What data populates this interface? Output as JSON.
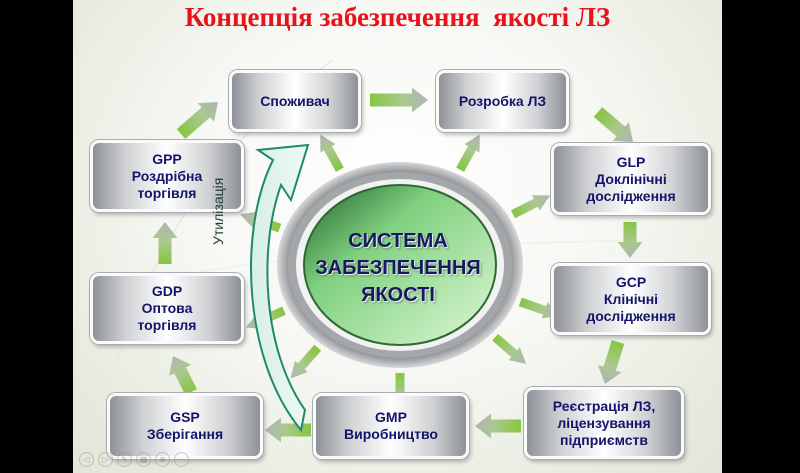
{
  "title": "Концепція забезпечення  якості ЛЗ",
  "center": {
    "line1": "СИСТЕМА",
    "line2": "ЗАБЕЗПЕЧЕННЯ",
    "line3": "ЯКОСТІ"
  },
  "utilization_label": "Утилізація",
  "boxes": {
    "consumer": [
      "Споживач"
    ],
    "development": [
      "Розробка ЛЗ"
    ],
    "glp": [
      "GLP",
      "Доклінічні",
      "дослідження"
    ],
    "gcp": [
      "GCP",
      "Клінічні",
      "дослідження"
    ],
    "registration": [
      "Реєстрація ЛЗ,",
      "ліцензування",
      "підприємств"
    ],
    "gmp": [
      "GMP",
      "Виробництво"
    ],
    "gsp": [
      "GSP",
      "Зберігання"
    ],
    "gdp": [
      "GDP",
      "Оптова",
      "торгівля"
    ],
    "gpp": [
      "GPP",
      "Роздрібна",
      "торгівля"
    ]
  },
  "toolbar": {
    "prev": "◁",
    "next": "▷",
    "pen": "✎",
    "slides": "▦",
    "zoom": "⊕",
    "more": "⋯"
  },
  "colors": {
    "title": "#e8121b",
    "box_text": "#14146b",
    "arrow_green": "#8cc84b",
    "arrow_gray": "#b3b6b8"
  }
}
